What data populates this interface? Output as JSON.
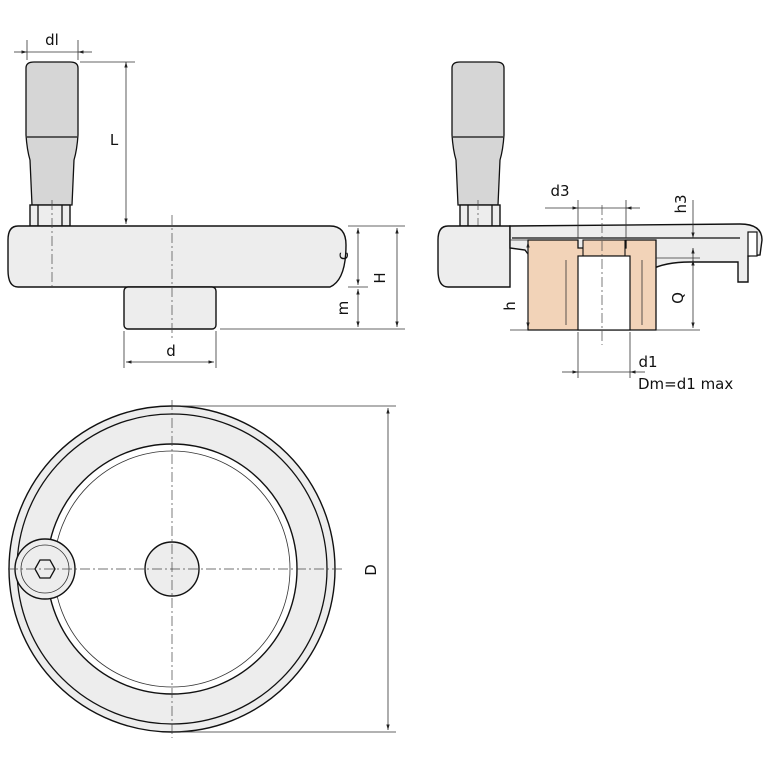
{
  "diagram": {
    "dimension_labels": {
      "dl": "dl",
      "L": "L",
      "c": "c",
      "H": "H",
      "m": "m",
      "d": "d",
      "d3": "d3",
      "h3": "h3",
      "h": "h",
      "Q": "Q",
      "d1": "d1",
      "dm_note": "Dm=d1 max",
      "D": "D"
    },
    "colors": {
      "outline": "#111111",
      "body_fill": "#ededed",
      "hub_section": "#f2d3b8"
    }
  }
}
